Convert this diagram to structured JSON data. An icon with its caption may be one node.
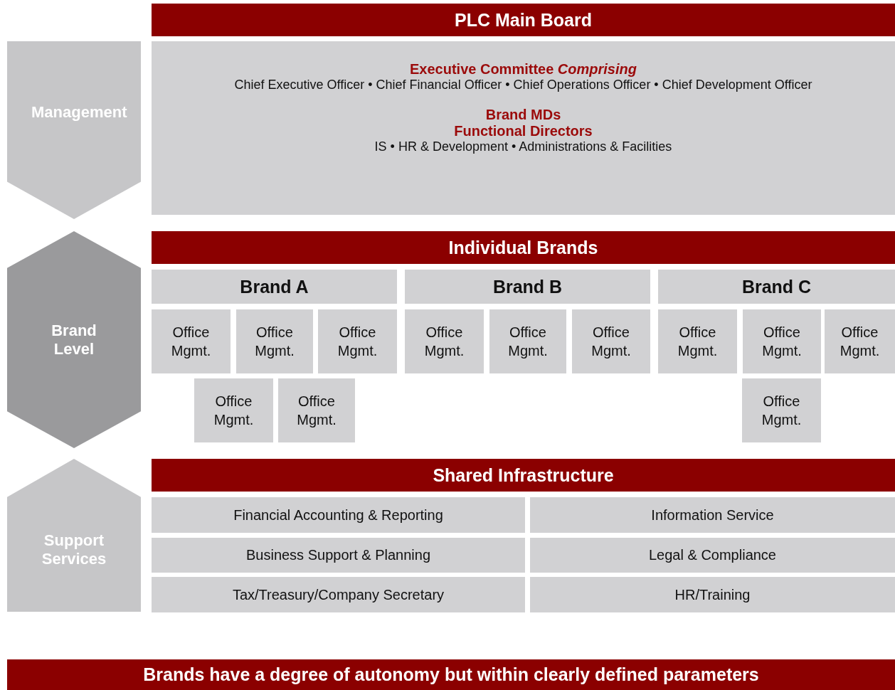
{
  "diagram": {
    "nodes": [
      {
        "text": [
          "Management"
        ]
      },
      {
        "text": [
          "PLC Main Board"
        ]
      },
      {
        "text": [
          "Executive Committee *Comprising*",
          "Chief Executive Officer • Chief Financial Officer • Chief Operations Officer • Chief Development Officer",
          "Brand MDs",
          "Functional Directors",
          "IS • HR & Development • Administrations & Facilities"
        ]
      },
      {
        "text": [
          "Brand Level"
        ]
      },
      {
        "text": [
          "Individual Brands"
        ]
      },
      {
        "text": [
          "Brand A"
        ]
      },
      {
        "text": [
          "Office Mgmt."
        ]
      },
      {
        "text": [
          "Office Mgmt."
        ]
      },
      {
        "text": [
          "Office Mgmt."
        ]
      },
      {
        "text": [
          "Office Mgmt."
        ]
      },
      {
        "text": [
          "Office Mgmt."
        ]
      },
      {
        "text": [
          "Brand B"
        ]
      },
      {
        "text": [
          "Office Mgmt."
        ]
      },
      {
        "text": [
          "Office Mgmt."
        ]
      },
      {
        "text": [
          "Office Mgmt."
        ]
      },
      {
        "text": [
          "Brand C"
        ]
      },
      {
        "text": [
          "Office Mgmt."
        ]
      },
      {
        "text": [
          "Office Mgmt."
        ]
      },
      {
        "text": [
          "Office Mgmt."
        ]
      },
      {
        "text": [
          "Office Mgmt."
        ]
      },
      {
        "text": [
          "Support Services"
        ]
      },
      {
        "text": [
          "Shared Infrastructure"
        ]
      },
      {
        "text": [
          "Financial Accounting & Reporting"
        ]
      },
      {
        "text": [
          "Information Service"
        ]
      },
      {
        "text": [
          "Business Support & Planning"
        ]
      },
      {
        "text": [
          "Legal & Compliance"
        ]
      },
      {
        "text": [
          "Tax/Treasury/Company Secretary"
        ]
      },
      {
        "text": [
          "HR/Training"
        ]
      },
      {
        "text": [
          "Brands have a degree of autonomy but within clearly defined parameters"
        ]
      }
    ],
    "edges": []
  }
}
